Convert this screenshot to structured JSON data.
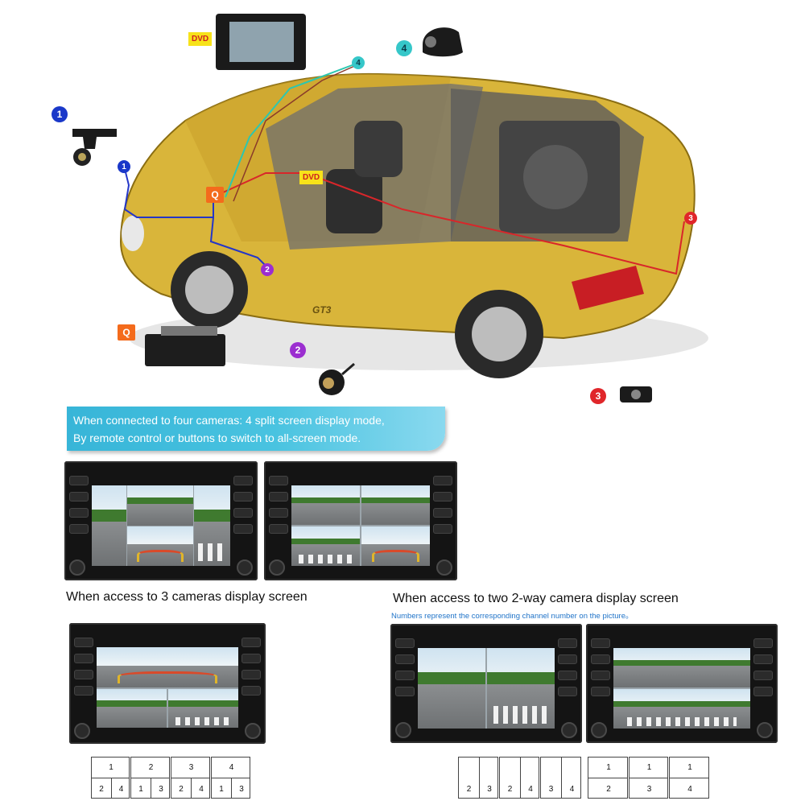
{
  "badges": {
    "cam1": "1",
    "cam2": "2",
    "cam3": "3",
    "cam4": "4",
    "wire1": "1",
    "wire2": "2",
    "wire3": "3",
    "wire4": "4"
  },
  "tags": {
    "q": "Q",
    "q_box": "Q",
    "dvd": "DVD",
    "dvd_unit": "DVD"
  },
  "car_badge": "GT3",
  "banner": {
    "line1": "When connected to four cameras: 4 split screen display mode,",
    "line2": "By remote control or buttons to switch to all-screen mode."
  },
  "captions": {
    "three_cameras": "When access to 3 cameras display screen",
    "two_way": "When access to two 2-way camera display screen",
    "note": "Numbers represent the corresponding channel number on the picture。"
  },
  "layouts_three": [
    {
      "top": "1",
      "bottom": [
        "2",
        "4"
      ]
    },
    {
      "top": "2",
      "bottom": [
        "1",
        "3"
      ]
    },
    {
      "top": "3",
      "bottom": [
        "2",
        "4"
      ]
    },
    {
      "top": "4",
      "bottom": [
        "1",
        "3"
      ]
    }
  ],
  "layouts_two_split": [
    [
      "2",
      "3"
    ],
    [
      "2",
      "4"
    ],
    [
      "3",
      "4"
    ]
  ],
  "layouts_two_stack": [
    {
      "top": "1",
      "bottom": "2"
    },
    {
      "top": "1",
      "bottom": "3"
    },
    {
      "top": "1",
      "bottom": "4"
    }
  ],
  "colors": {
    "car_body": "#d9b53a",
    "wire_blue": "#2436c8",
    "wire_red": "#d8262a",
    "wire_teal": "#2cc7b0",
    "banner": "#3fbbdd"
  }
}
